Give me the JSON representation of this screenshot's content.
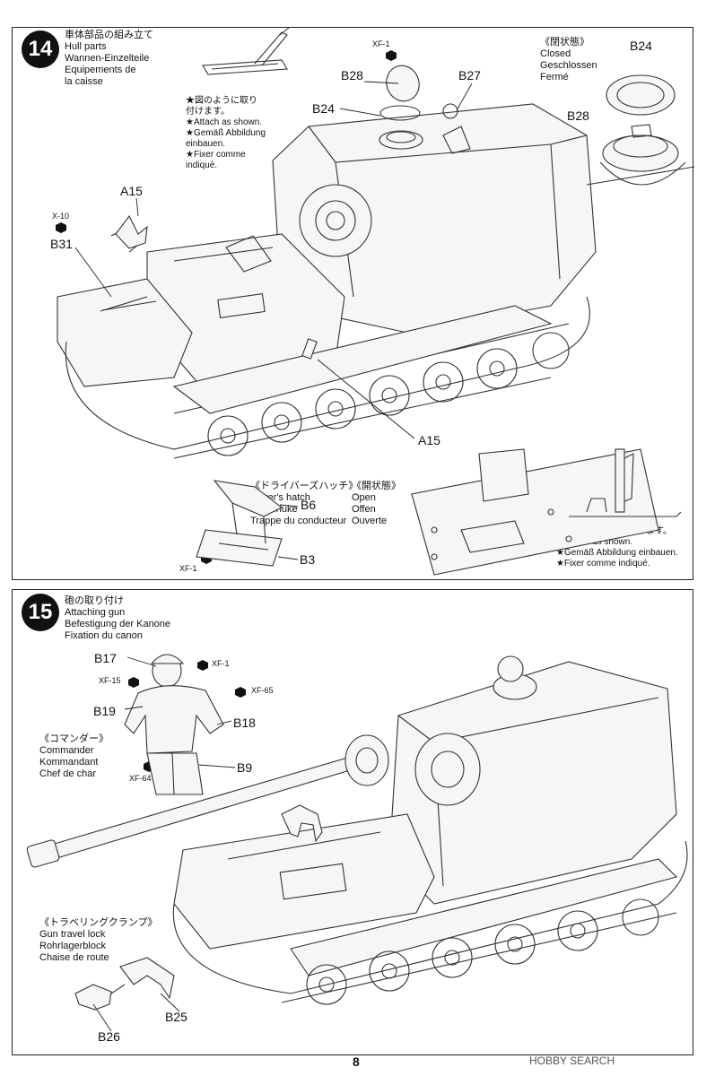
{
  "step14": {
    "number": "14",
    "title": [
      "車体部品の組み立て",
      "Hull parts",
      "Wannen-Einzelteile",
      "Equipements de",
      "la caisse"
    ],
    "note_top": [
      "★図のように取り",
      "付けます。",
      "★Attach as shown.",
      "★Gemäß Abbildung",
      "einbauen.",
      "★Fixer comme",
      "indiqué."
    ],
    "closed_heading": [
      "《閉状態》",
      "Closed",
      "Geschlossen",
      "Fermé"
    ],
    "drivers_hatch": [
      "《ドライバーズハッチ》",
      "Driver's hatch",
      "Fahrerluke",
      "Trappe du conducteur"
    ],
    "open_heading": [
      "《開状態》",
      "Open",
      "Offen",
      "Ouverte"
    ],
    "note_bottom": [
      "★図のように取り付けます。",
      "★Attach as shown.",
      "★Gemäß Abbildung einbauen.",
      "★Fixer comme indiqué."
    ],
    "labels": {
      "xf1_top": "XF-1",
      "b28_top": "B28",
      "b27": "B27",
      "b24_mid": "B24",
      "b24_right": "B24",
      "b28_right": "B28",
      "a15_top": "A15",
      "x10": "X-10",
      "b31": "B31",
      "a15_bottom": "A15",
      "b6": "B6",
      "b3": "B3",
      "xf1_bottom": "XF-1"
    }
  },
  "step15": {
    "number": "15",
    "title": [
      "砲の取り付け",
      "Attaching gun",
      "Befestigung der Kanone",
      "Fixation du canon"
    ],
    "commander": [
      "《コマンダー》",
      "Commander",
      "Kommandant",
      "Chef de char"
    ],
    "travel_lock": [
      "《トラベリングクランプ》",
      "Gun travel lock",
      "Rohrlagerblock",
      "Chaise de route"
    ],
    "labels": {
      "b17": "B17",
      "xf1": "XF-1",
      "xf15": "XF-15",
      "xf65": "XF-65",
      "b19": "B19",
      "b18": "B18",
      "xf64": "XF-64",
      "b9": "B9",
      "b26": "B26",
      "b25": "B25"
    }
  },
  "page_number": "8",
  "watermark": "HOBBY SEARCH"
}
